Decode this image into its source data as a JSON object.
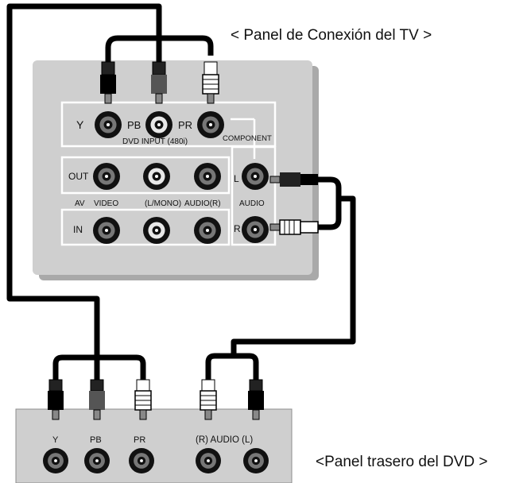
{
  "tv_panel": {
    "caption": "< Panel de Conexión del TV >",
    "jacks": {
      "y": "Y",
      "pb": "PB",
      "pr": "PR",
      "dvd_input": "DVD INPUT (480i)",
      "component": "COMPONENT",
      "out": "OUT",
      "in": "IN",
      "av": "AV",
      "video": "VIDEO",
      "l_mono": "(L/MONO)",
      "audio_r": "AUDIO(R)",
      "audio": "AUDIO",
      "l": "L",
      "r": "R"
    }
  },
  "dvd_panel": {
    "caption": "<Panel trasero del DVD >",
    "jacks": {
      "y": "Y",
      "pb": "PB",
      "pr": "PR",
      "audio_label": "(R) AUDIO (L)"
    }
  },
  "colors": {
    "panel": "#cfcfcf",
    "panel_shadow": "#a9a9a9",
    "cable": "#000000"
  }
}
